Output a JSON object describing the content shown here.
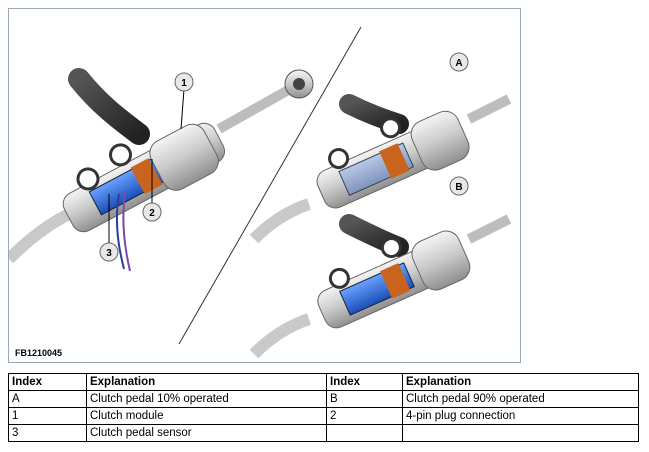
{
  "figure": {
    "id_label": "FB1210045",
    "callouts": {
      "one": "1",
      "two": "2",
      "three": "3",
      "a": "A",
      "b": "B"
    }
  },
  "table": {
    "headers": [
      "Index",
      "Explanation",
      "Index",
      "Explanation"
    ],
    "rows": [
      [
        "A",
        "Clutch pedal 10% operated",
        "B",
        "Clutch pedal 90% operated"
      ],
      [
        "1",
        "Clutch module",
        "2",
        "4-pin plug connection"
      ],
      [
        "3",
        "Clutch pedal sensor",
        "",
        ""
      ]
    ]
  },
  "colors": {
    "sensor_blue": "#2f6fd6",
    "plug_orange": "#c8641e",
    "frame": "#9aa8b6"
  }
}
